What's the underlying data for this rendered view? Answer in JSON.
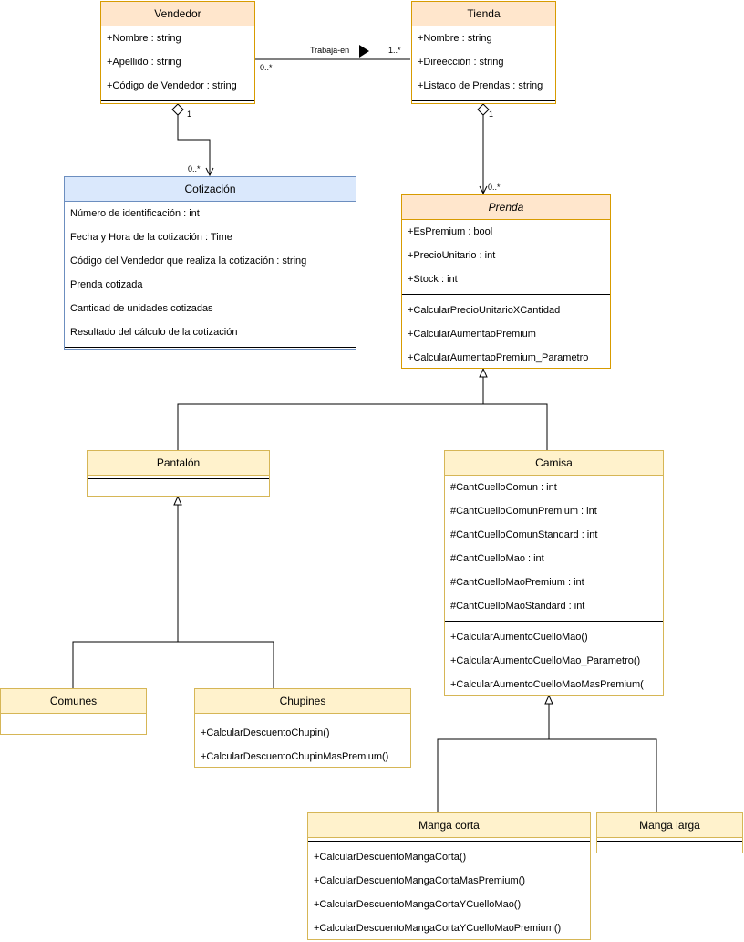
{
  "classes": {
    "vendedor": {
      "name": "Vendedor",
      "attributes": [
        "+Nombre : string",
        "+Apellido : string",
        "+Código de Vendedor : string"
      ],
      "methods": []
    },
    "tienda": {
      "name": "Tienda",
      "attributes": [
        "+Nombre : string",
        "+Direección : string",
        "+Listado de Prendas : string"
      ],
      "methods": []
    },
    "cotizacion": {
      "name": "Cotización",
      "attributes": [
        "Número de identificación : int",
        "Fecha y Hora de la cotización : Time",
        "Código del Vendedor que realiza la cotización : string",
        "Prenda cotizada",
        "Cantidad de unidades cotizadas",
        "Resultado del cálculo de la cotización"
      ],
      "methods": []
    },
    "prenda": {
      "name": "Prenda",
      "attributes": [
        "+EsPremium : bool",
        "+PrecioUnitario : int",
        "+Stock : int"
      ],
      "methods": [
        "+CalcularPrecioUnitarioXCantidad",
        "+CalcularAumentaoPremium",
        "+CalcularAumentaoPremium_Parametro"
      ]
    },
    "pantalon": {
      "name": "Pantalón",
      "attributes": [],
      "methods": []
    },
    "camisa": {
      "name": "Camisa",
      "attributes": [
        "#CantCuelloComun : int",
        "#CantCuelloComunPremium : int",
        "#CantCuelloComunStandard : int",
        "#CantCuelloMao : int",
        "#CantCuelloMaoPremium : int",
        "#CantCuelloMaoStandard : int"
      ],
      "methods": [
        "+CalcularAumentoCuelloMao()",
        "+CalcularAumentoCuelloMao_Parametro()",
        "+CalcularAumentoCuelloMaoMasPremium("
      ]
    },
    "comunes": {
      "name": "Comunes",
      "attributes": [],
      "methods": []
    },
    "chupines": {
      "name": "Chupines",
      "attributes": [],
      "methods": [
        "+CalcularDescuentoChupin()",
        "+CalcularDescuentoChupinMasPremium()"
      ]
    },
    "manga_corta": {
      "name": "Manga corta",
      "attributes": [],
      "methods": [
        "+CalcularDescuentoMangaCorta()",
        "+CalcularDescuentoMangaCortaMasPremium()",
        "+CalcularDescuentoMangaCortaYCuelloMao()",
        "+CalcularDescuentoMangaCortaYCuelloMaoPremium()"
      ]
    },
    "manga_larga": {
      "name": "Manga larga",
      "attributes": [],
      "methods": []
    }
  },
  "associations": {
    "trabaja_en": {
      "label": "Trabaja-en",
      "source_mult": "0..*",
      "target_mult": "1..*"
    },
    "vendedor_cotizacion": {
      "source_mult": "1",
      "target_mult": "0..*"
    },
    "tienda_prenda": {
      "source_mult": "1",
      "target_mult": "0..*"
    }
  },
  "colors": {
    "yellow_fill": "#fff2cc",
    "yellow_border": "#d6b656",
    "orange_fill": "#ffe6cc",
    "orange_border": "#d79b00",
    "blue_fill": "#dae8fc",
    "blue_border": "#6c8ebf"
  }
}
